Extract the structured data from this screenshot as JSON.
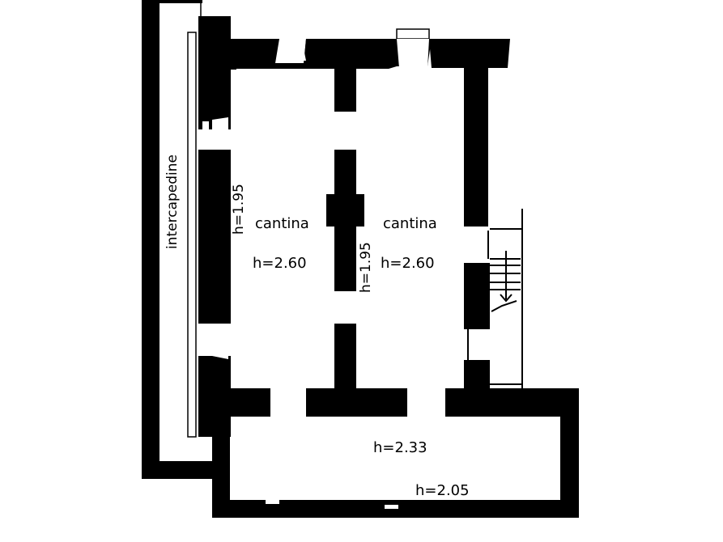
{
  "plan": {
    "wall_color": "#000000",
    "background_color": "#ffffff",
    "rooms": [
      {
        "id": "left",
        "name": "cantina",
        "height": "h=2.60"
      },
      {
        "id": "right",
        "name": "cantina",
        "height": "h=2.60"
      },
      {
        "id": "bottom",
        "height_a": "h=2.33",
        "height_b": "h=2.05"
      }
    ],
    "cavity": {
      "label": "intercapedine"
    },
    "vertical_heights": {
      "left_wall": "h=1.95",
      "center_pillar": "h=1.95"
    }
  }
}
